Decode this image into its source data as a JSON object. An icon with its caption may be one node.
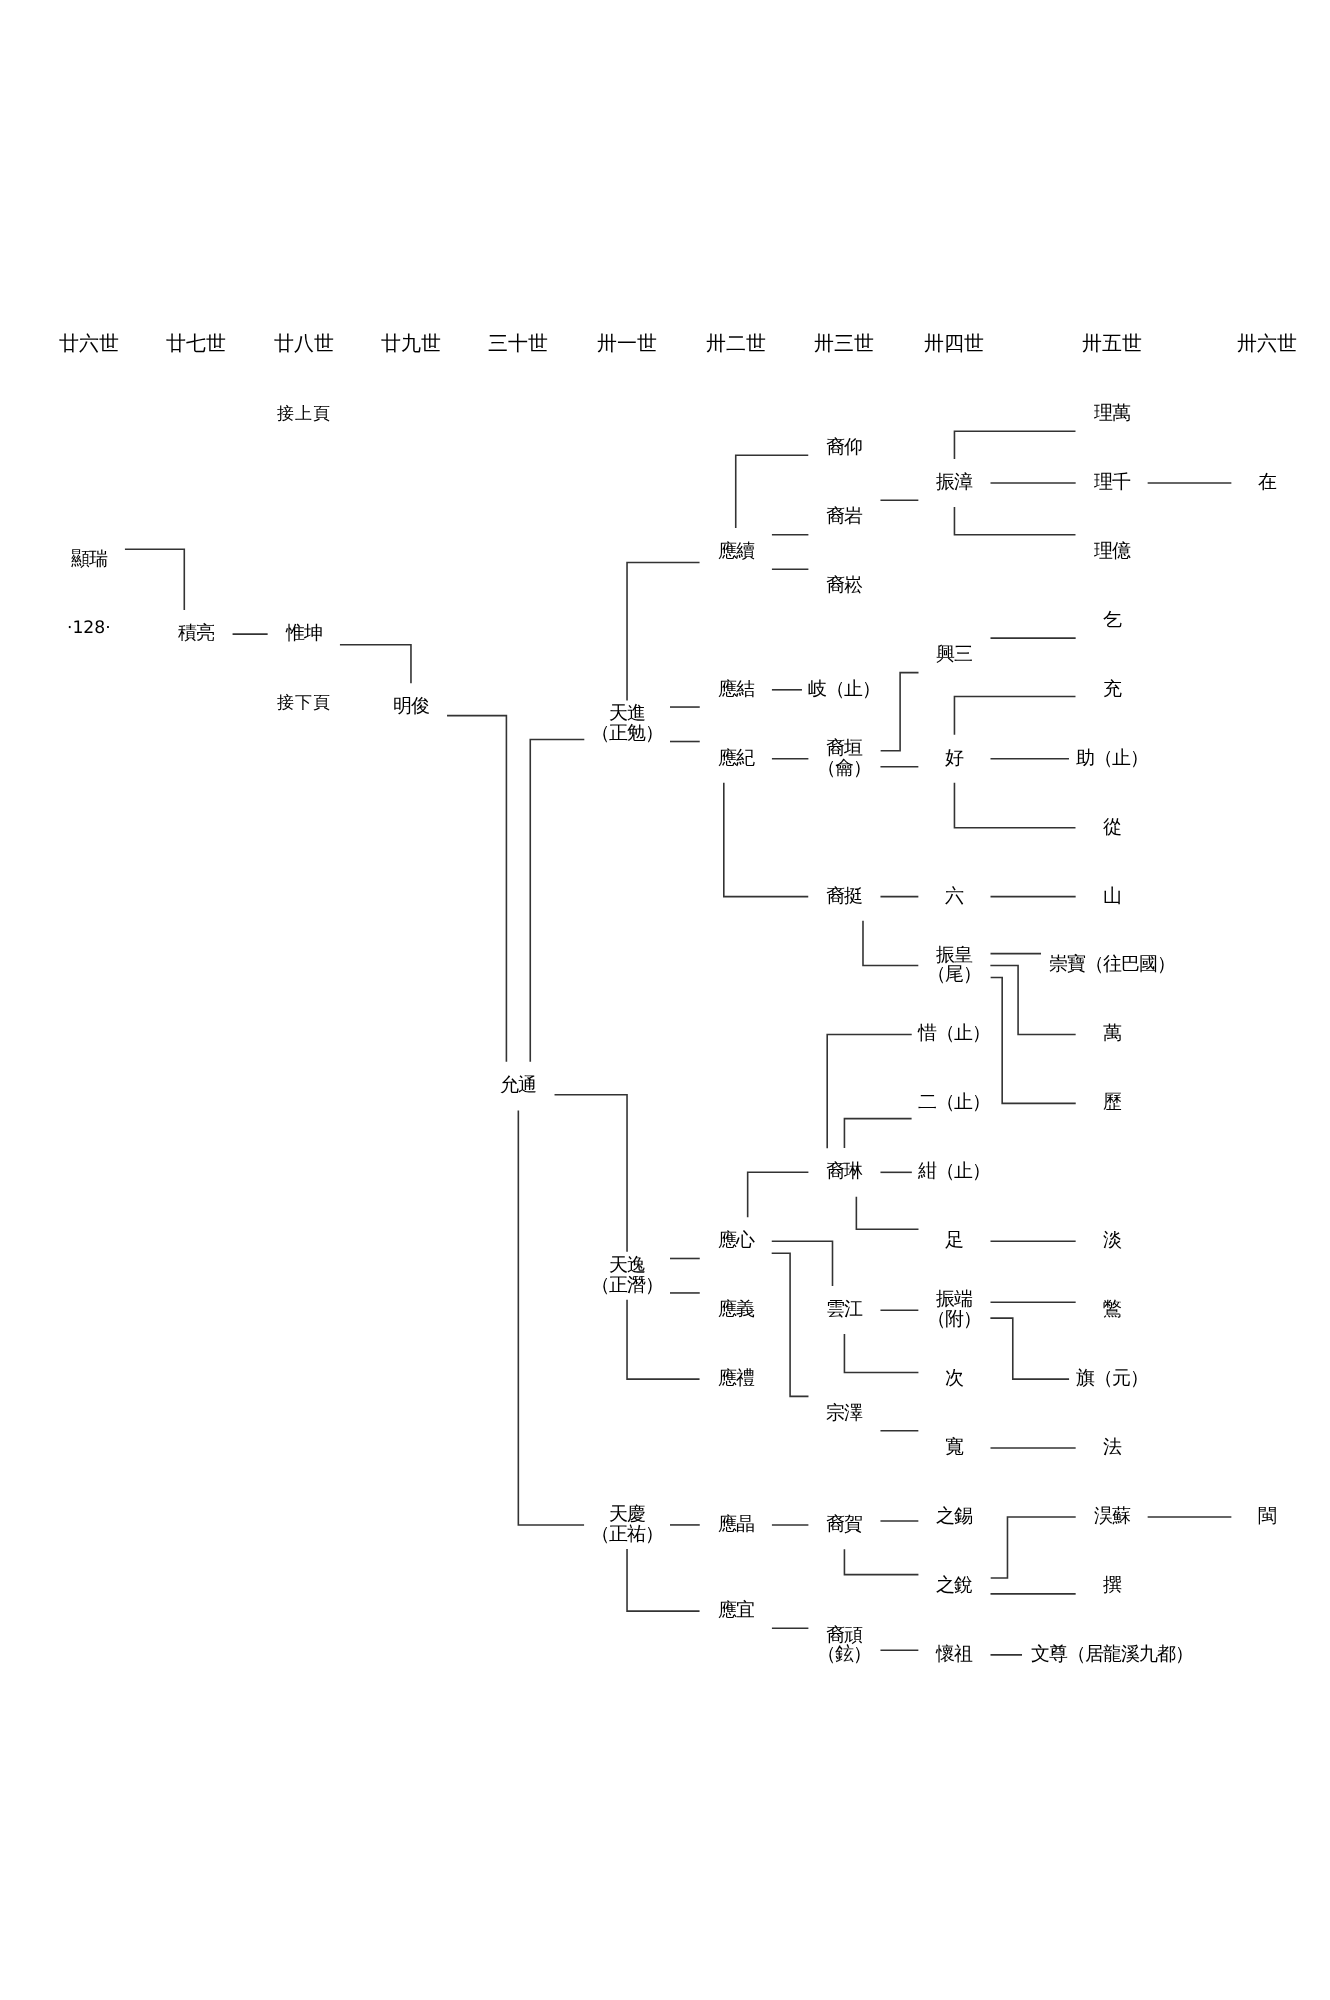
{
  "diagram": {
    "nodes": [
      {
        "text": [
          "顯瑞"
        ]
      },
      {
        "text": [
          "積亮"
        ]
      },
      {
        "text": [
          "惟坤"
        ]
      },
      {
        "text": [
          "明俊"
        ]
      },
      {
        "text": [
          "允通"
        ]
      },
      {
        "text": [
          "天進",
          "（正勉）"
        ]
      },
      {
        "text": [
          "應續"
        ]
      },
      {
        "text": [
          "裔仰"
        ]
      },
      {
        "text": [
          "裔岩"
        ]
      },
      {
        "text": [
          "振漳"
        ]
      },
      {
        "text": [
          "理萬"
        ]
      },
      {
        "text": [
          "理千"
        ]
      },
      {
        "text": [
          "在"
        ]
      },
      {
        "text": [
          "理億"
        ]
      },
      {
        "text": [
          "裔崧"
        ]
      },
      {
        "text": [
          "應結"
        ]
      },
      {
        "text": [
          "岐（止）"
        ]
      },
      {
        "text": [
          "應紀"
        ]
      },
      {
        "text": [
          "裔垣",
          "（龠）"
        ]
      },
      {
        "text": [
          "興三"
        ]
      },
      {
        "text": [
          "乞"
        ]
      },
      {
        "text": [
          "好"
        ]
      },
      {
        "text": [
          "充"
        ]
      },
      {
        "text": [
          "助（止）"
        ]
      },
      {
        "text": [
          "從"
        ]
      },
      {
        "text": [
          "裔挺"
        ]
      },
      {
        "text": [
          "六"
        ]
      },
      {
        "text": [
          "山"
        ]
      },
      {
        "text": [
          "振皇",
          "（尾）"
        ]
      },
      {
        "text": [
          "崇寶（往巴國）"
        ]
      },
      {
        "text": [
          "萬"
        ]
      },
      {
        "text": [
          "歷"
        ]
      },
      {
        "text": [
          "天逸",
          "（正潛）"
        ]
      },
      {
        "text": [
          "應心"
        ]
      },
      {
        "text": [
          "裔琳"
        ]
      },
      {
        "text": [
          "惜（止）"
        ]
      },
      {
        "text": [
          "二（止）"
        ]
      },
      {
        "text": [
          "紺（止）"
        ]
      },
      {
        "text": [
          "足"
        ]
      },
      {
        "text": [
          "淡"
        ]
      },
      {
        "text": [
          "雲江"
        ]
      },
      {
        "text": [
          "振端",
          "（附）"
        ]
      },
      {
        "text": [
          "鷩"
        ]
      },
      {
        "text": [
          "旗（元）"
        ]
      },
      {
        "text": [
          "次"
        ]
      },
      {
        "text": [
          "宗澤"
        ]
      },
      {
        "text": [
          "寬"
        ]
      },
      {
        "text": [
          "法"
        ]
      },
      {
        "text": [
          "應義"
        ]
      },
      {
        "text": [
          "應禮"
        ]
      },
      {
        "text": [
          "天慶",
          "（正祐）"
        ]
      },
      {
        "text": [
          "應晶"
        ]
      },
      {
        "text": [
          "裔賀"
        ]
      },
      {
        "text": [
          "之錫"
        ]
      },
      {
        "text": [
          "之銳"
        ]
      },
      {
        "text": [
          "淏蘇"
        ]
      },
      {
        "text": [
          "閩"
        ]
      },
      {
        "text": [
          "撰"
        ]
      },
      {
        "text": [
          "應宜"
        ]
      },
      {
        "text": [
          "裔頑",
          "（鉉）"
        ]
      },
      {
        "text": [
          "懷祖"
        ]
      },
      {
        "text": [
          "文尊（居龍溪九都）"
        ]
      }
    ],
    "edges": [
      {
        "from": 0,
        "to": 1,
        "arrow": "none"
      },
      {
        "from": 1,
        "to": 2,
        "arrow": "none"
      },
      {
        "from": 2,
        "to": 3,
        "arrow": "none"
      },
      {
        "from": 3,
        "to": 4,
        "arrow": "none"
      },
      {
        "from": 4,
        "to": 5,
        "arrow": "none"
      },
      {
        "from": 5,
        "to": 6,
        "arrow": "none"
      },
      {
        "from": 6,
        "to": 7,
        "arrow": "none"
      },
      {
        "from": 6,
        "to": 8,
        "arrow": "none"
      },
      {
        "from": 8,
        "to": 9,
        "arrow": "none"
      },
      {
        "from": 9,
        "to": 10,
        "arrow": "none"
      },
      {
        "from": 9,
        "to": 11,
        "arrow": "none"
      },
      {
        "from": 11,
        "to": 12,
        "arrow": "none"
      },
      {
        "from": 9,
        "to": 13,
        "arrow": "none"
      },
      {
        "from": 6,
        "to": 14,
        "arrow": "none"
      },
      {
        "from": 5,
        "to": 15,
        "arrow": "none"
      },
      {
        "from": 15,
        "to": 16,
        "arrow": "none"
      },
      {
        "from": 5,
        "to": 17,
        "arrow": "none"
      },
      {
        "from": 17,
        "to": 18,
        "arrow": "none"
      },
      {
        "from": 18,
        "to": 19,
        "arrow": "none"
      },
      {
        "from": 19,
        "to": 20,
        "arrow": "none"
      },
      {
        "from": 18,
        "to": 21,
        "arrow": "none"
      },
      {
        "from": 21,
        "to": 22,
        "arrow": "none"
      },
      {
        "from": 21,
        "to": 23,
        "arrow": "none"
      },
      {
        "from": 21,
        "to": 24,
        "arrow": "none"
      },
      {
        "from": 17,
        "to": 25,
        "arrow": "none"
      },
      {
        "from": 25,
        "to": 26,
        "arrow": "none"
      },
      {
        "from": 26,
        "to": 27,
        "arrow": "none"
      },
      {
        "from": 25,
        "to": 28,
        "arrow": "none"
      },
      {
        "from": 28,
        "to": 29,
        "arrow": "none"
      },
      {
        "from": 28,
        "to": 30,
        "arrow": "none"
      },
      {
        "from": 28,
        "to": 31,
        "arrow": "none"
      },
      {
        "from": 4,
        "to": 32,
        "arrow": "none"
      },
      {
        "from": 32,
        "to": 33,
        "arrow": "none"
      },
      {
        "from": 33,
        "to": 34,
        "arrow": "none"
      },
      {
        "from": 34,
        "to": 35,
        "arrow": "none"
      },
      {
        "from": 34,
        "to": 36,
        "arrow": "none"
      },
      {
        "from": 34,
        "to": 37,
        "arrow": "none"
      },
      {
        "from": 34,
        "to": 38,
        "arrow": "none"
      },
      {
        "from": 38,
        "to": 39,
        "arrow": "none"
      },
      {
        "from": 33,
        "to": 40,
        "arrow": "none"
      },
      {
        "from": 40,
        "to": 41,
        "arrow": "none"
      },
      {
        "from": 41,
        "to": 42,
        "arrow": "none"
      },
      {
        "from": 41,
        "to": 43,
        "arrow": "none"
      },
      {
        "from": 40,
        "to": 44,
        "arrow": "none"
      },
      {
        "from": 33,
        "to": 45,
        "arrow": "none"
      },
      {
        "from": 45,
        "to": 46,
        "arrow": "none"
      },
      {
        "from": 46,
        "to": 47,
        "arrow": "none"
      },
      {
        "from": 32,
        "to": 48,
        "arrow": "none"
      },
      {
        "from": 32,
        "to": 49,
        "arrow": "none"
      },
      {
        "from": 4,
        "to": 50,
        "arrow": "none"
      },
      {
        "from": 50,
        "to": 51,
        "arrow": "none"
      },
      {
        "from": 51,
        "to": 52,
        "arrow": "none"
      },
      {
        "from": 52,
        "to": 53,
        "arrow": "none"
      },
      {
        "from": 52,
        "to": 54,
        "arrow": "none"
      },
      {
        "from": 54,
        "to": 55,
        "arrow": "none"
      },
      {
        "from": 55,
        "to": 56,
        "arrow": "none"
      },
      {
        "from": 54,
        "to": 57,
        "arrow": "none"
      },
      {
        "from": 50,
        "to": 58,
        "arrow": "none"
      },
      {
        "from": 58,
        "to": 59,
        "arrow": "none"
      },
      {
        "from": 59,
        "to": 60,
        "arrow": "none"
      },
      {
        "from": 60,
        "to": 61,
        "arrow": "none"
      }
    ],
    "labels": [
      "廿六世",
      "廿七世",
      "廿八世",
      "廿九世",
      "三十世",
      "卅一世",
      "卅二世",
      "卅三世",
      "卅四世",
      "卅五世",
      "卅六世",
      "接上頁",
      "接下頁",
      "·128·"
    ]
  }
}
